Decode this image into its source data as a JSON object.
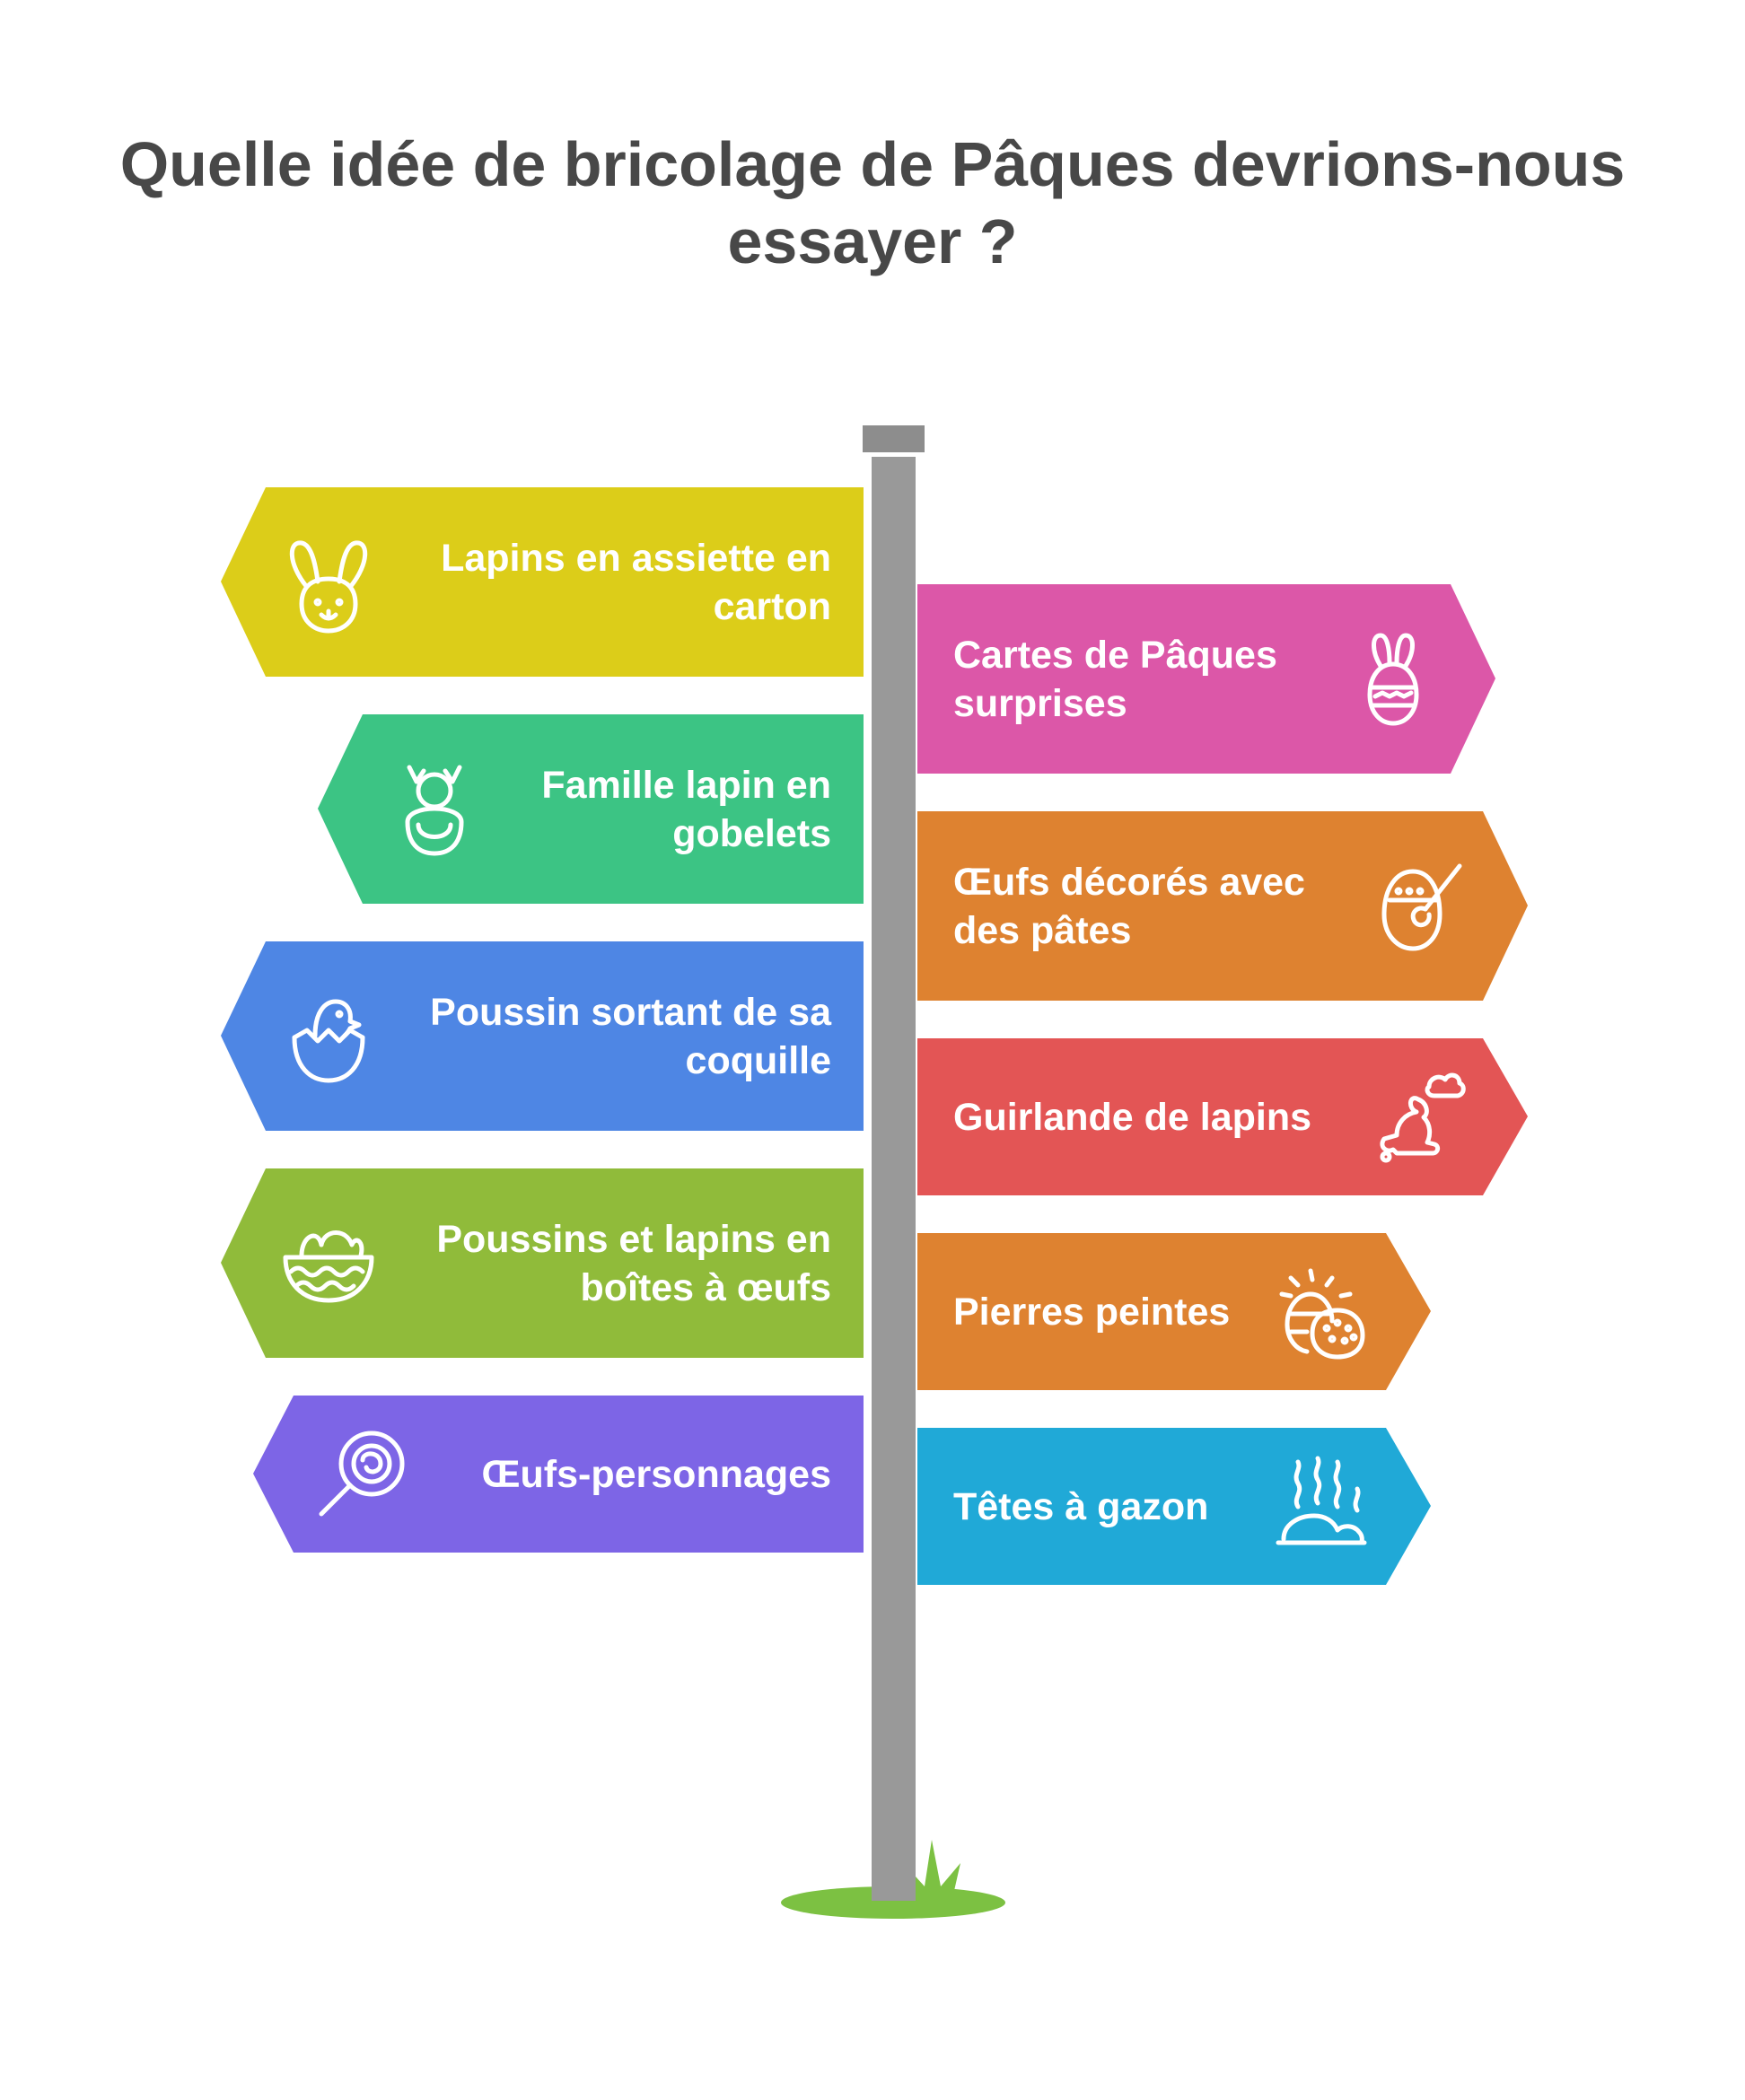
{
  "title": {
    "line1": "Quelle idée de bricolage de Pâques devrions-nous",
    "line2": "essayer ?"
  },
  "signs": [
    {
      "id": "left1",
      "side": "left",
      "color": "#dccd19",
      "icon": "rabbit-icon",
      "lines": [
        "Lapins en assiette en",
        "carton"
      ]
    },
    {
      "id": "left2",
      "side": "left",
      "color": "#3cc484",
      "icon": "bunny-ring-icon",
      "lines": [
        "Famille lapin en",
        "gobelets"
      ]
    },
    {
      "id": "left3",
      "side": "left",
      "color": "#4e86e4",
      "icon": "hatching-chick-icon",
      "lines": [
        "Poussin sortant de sa",
        "coquille"
      ]
    },
    {
      "id": "left4",
      "side": "left",
      "color": "#90bb3a",
      "icon": "egg-basket-icon",
      "lines": [
        "Poussins et lapins en",
        "boîtes à œufs"
      ]
    },
    {
      "id": "left5",
      "side": "left",
      "color": "#7d65e6",
      "icon": "lollipop-icon",
      "lines": [
        "Œufs-personnages"
      ]
    },
    {
      "id": "right1",
      "side": "right",
      "color": "#dc57a8",
      "icon": "bunny-egg-icon",
      "lines": [
        "Cartes de Pâques",
        "surprises"
      ]
    },
    {
      "id": "right2",
      "side": "right",
      "color": "#de8230",
      "icon": "egg-paintbrush-icon",
      "lines": [
        "Œufs décorés avec",
        "des pâtes"
      ]
    },
    {
      "id": "right3",
      "side": "right",
      "color": "#e35555",
      "icon": "bunny-garland-icon",
      "lines": [
        "Guirlande de lapins"
      ]
    },
    {
      "id": "right4",
      "side": "right",
      "color": "#de8230",
      "icon": "painted-eggs-icon",
      "lines": [
        "Pierres peintes"
      ]
    },
    {
      "id": "right5",
      "side": "right",
      "color": "#20a9d7",
      "icon": "grass-heads-icon",
      "lines": [
        "Têtes à gazon"
      ]
    }
  ],
  "colors": {
    "pole": "#999999",
    "pole_cap": "#8d8d8d",
    "grass": "#7cc142"
  }
}
